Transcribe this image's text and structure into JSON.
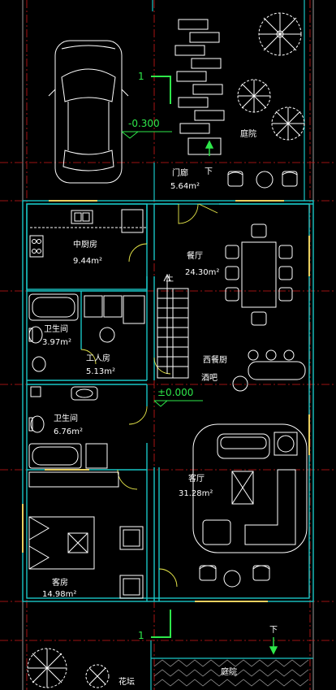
{
  "drawing": {
    "colors": {
      "background": "#000000",
      "walls": "#19c6c6",
      "furniture": "#ffffff",
      "axis": "#d01818",
      "section_marker": "#2ee84a",
      "window": "#e8d060",
      "door_arc": "#e8e84a"
    },
    "rooms": [
      {
        "id": "gate",
        "name": "门廊",
        "area": "5.64m²"
      },
      {
        "id": "kitchen",
        "name": "中厨房",
        "area": "9.44m²"
      },
      {
        "id": "dining",
        "name": "餐厅",
        "area": "24.30m²"
      },
      {
        "id": "bath1",
        "name": "卫生间",
        "area": "3.97m²"
      },
      {
        "id": "utility",
        "name": "工人房",
        "area": "5.13m²"
      },
      {
        "id": "bath2",
        "name": "卫生间",
        "area": "6.76m²"
      },
      {
        "id": "living",
        "name": "客厅",
        "area": "31.28m²"
      },
      {
        "id": "guest",
        "name": "客房",
        "area": "14.98m²"
      }
    ],
    "annotations": {
      "courtyard_top": "庭院",
      "courtyard_bottom": "庭院",
      "garden": "花坛",
      "western_kitchen": "西餐厨",
      "bar": "酒吧",
      "stair_up": "上",
      "step_down_top": "下",
      "step_down_bottom": "下",
      "level_outdoor": "-0.300",
      "level_floor": "±0.000",
      "section_top": "1",
      "section_bottom": "1"
    }
  }
}
